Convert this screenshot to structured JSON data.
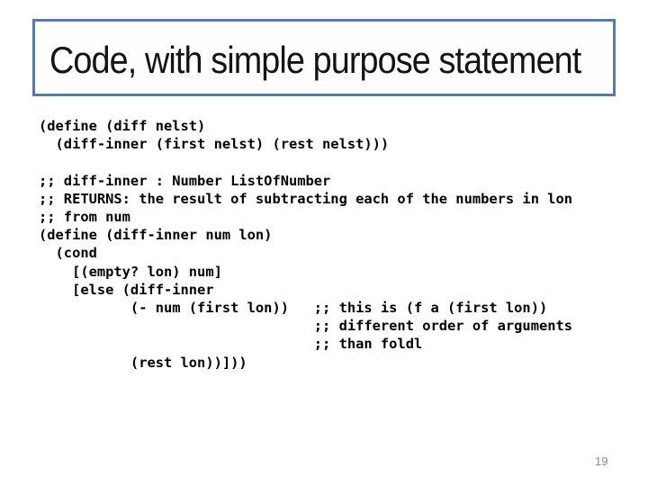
{
  "slide": {
    "title": "Code, with simple purpose statement",
    "page_number": "19"
  },
  "colors": {
    "background": "#ffffff",
    "title_border": "#587ba3",
    "title_text": "#141414",
    "code_text": "#000000",
    "page_number_text": "#8a8a8a"
  },
  "code": {
    "language": "racket",
    "lines": [
      "(define (diff nelst)",
      "  (diff-inner (first nelst) (rest nelst)))",
      "",
      ";; diff-inner : Number ListOfNumber",
      ";; RETURNS: the result of subtracting each of the numbers in lon",
      ";; from num",
      "(define (diff-inner num lon)",
      "  (cond",
      "    [(empty? lon) num]",
      "    [else (diff-inner",
      "           (- num (first lon))   ;; this is (f a (first lon))",
      "                                 ;; different order of arguments",
      "                                 ;; than foldl",
      "           (rest lon))]))"
    ]
  }
}
